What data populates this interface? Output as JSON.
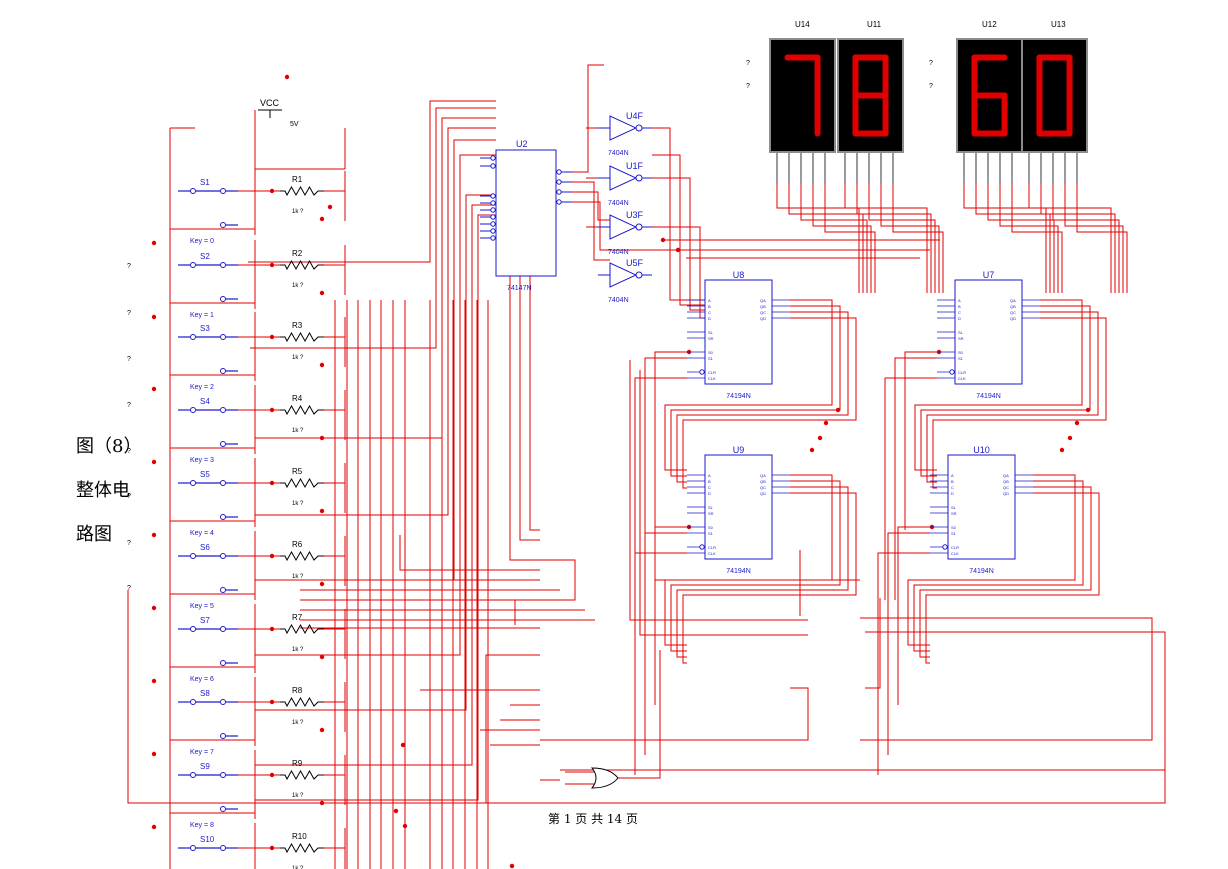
{
  "caption": {
    "line1": "图（8）",
    "line2": "整体电",
    "line3": "路图"
  },
  "footer": "第 1 页 共 14 页",
  "power": {
    "label": "VCC",
    "voltage": "5V"
  },
  "switches": [
    {
      "name": "S1",
      "key": "Key = 0"
    },
    {
      "name": "S2",
      "key": "Key = 1"
    },
    {
      "name": "S3",
      "key": "Key = 2"
    },
    {
      "name": "S4",
      "key": "Key = 3"
    },
    {
      "name": "S5",
      "key": "Key = 4"
    },
    {
      "name": "S6",
      "key": "Key = 5"
    },
    {
      "name": "S7",
      "key": "Key = 6"
    },
    {
      "name": "S8",
      "key": "Key = 7"
    },
    {
      "name": "S9",
      "key": "Key = 8"
    },
    {
      "name": "S10",
      "key": ""
    }
  ],
  "resistors": [
    {
      "name": "R1",
      "value": "1k ?"
    },
    {
      "name": "R2",
      "value": "1k ?"
    },
    {
      "name": "R3",
      "value": "1k ?"
    },
    {
      "name": "R4",
      "value": "1k ?"
    },
    {
      "name": "R5",
      "value": "1k ?"
    },
    {
      "name": "R6",
      "value": "1k ?"
    },
    {
      "name": "R7",
      "value": "1k ?"
    },
    {
      "name": "R8",
      "value": "1k ?"
    },
    {
      "name": "R9",
      "value": "1k ?"
    },
    {
      "name": "R10",
      "value": "1k ?"
    }
  ],
  "encoder": {
    "name": "U2",
    "part": "74147N"
  },
  "inverters": [
    {
      "name": "U4F",
      "part": "7404N"
    },
    {
      "name": "U1F",
      "part": "7404N"
    },
    {
      "name": "U3F",
      "part": "7404N"
    },
    {
      "name": "U5F",
      "part": "7404N"
    }
  ],
  "shift_registers": [
    {
      "name": "U8",
      "part": "74194N"
    },
    {
      "name": "U9",
      "part": "74194N"
    },
    {
      "name": "U7",
      "part": "74194N"
    },
    {
      "name": "U10",
      "part": "74194N"
    }
  ],
  "displays": [
    {
      "name": "U14",
      "digit": "7"
    },
    {
      "name": "U11",
      "digit": "8"
    },
    {
      "name": "U12",
      "digit": "6"
    },
    {
      "name": "U13",
      "digit": "0"
    }
  ],
  "unknown_mark": "?",
  "colors": {
    "wire": "#e00000",
    "component": "#1a1acc",
    "display_bg": "#000000",
    "segment": "#e00000"
  }
}
